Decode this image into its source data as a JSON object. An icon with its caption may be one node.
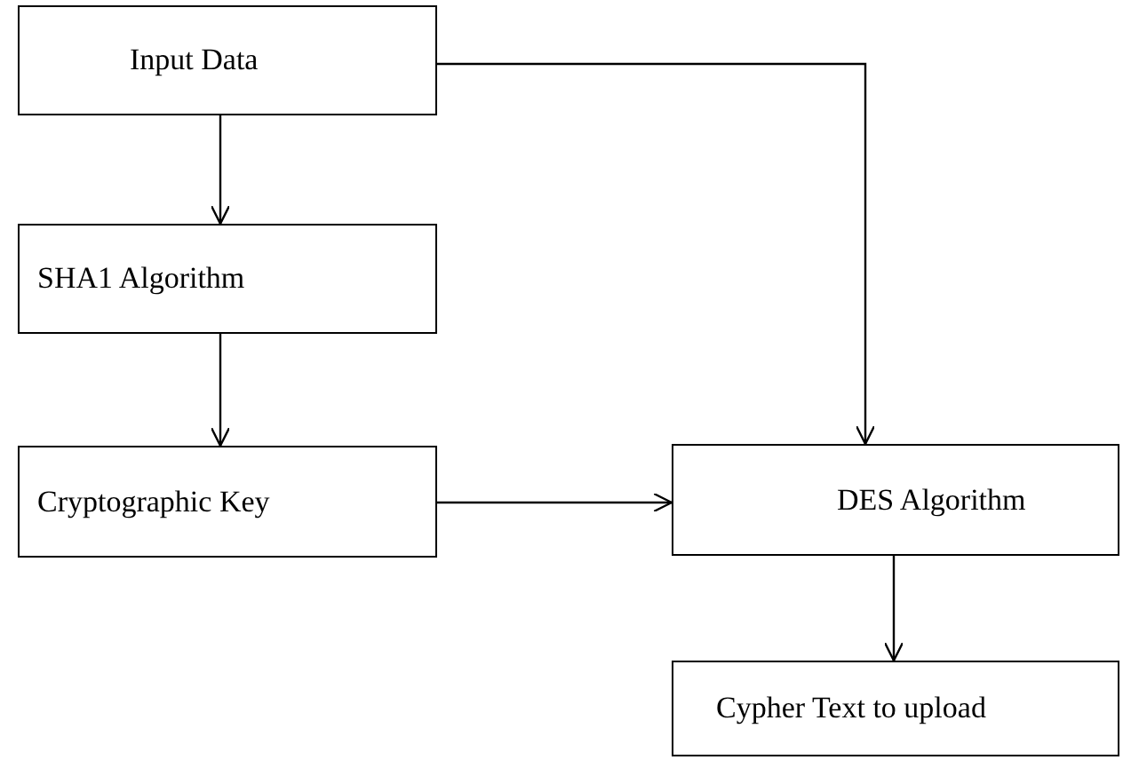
{
  "diagram": {
    "nodes": [
      {
        "text": [
          "Input Data"
        ]
      },
      {
        "text": [
          "SHA1 Algorithm"
        ]
      },
      {
        "text": [
          "Cryptographic Key"
        ]
      },
      {
        "text": [
          "DES Algorithm"
        ]
      },
      {
        "text": [
          "Cypher Text to upload"
        ]
      }
    ],
    "edges": [
      {
        "from": 0,
        "to": 1,
        "arrow": "to"
      },
      {
        "from": 1,
        "to": 2,
        "arrow": "to"
      },
      {
        "from": 0,
        "to": 3,
        "arrow": "to"
      },
      {
        "from": 2,
        "to": 3,
        "arrow": "to"
      },
      {
        "from": 3,
        "to": 4,
        "arrow": "to"
      }
    ]
  }
}
